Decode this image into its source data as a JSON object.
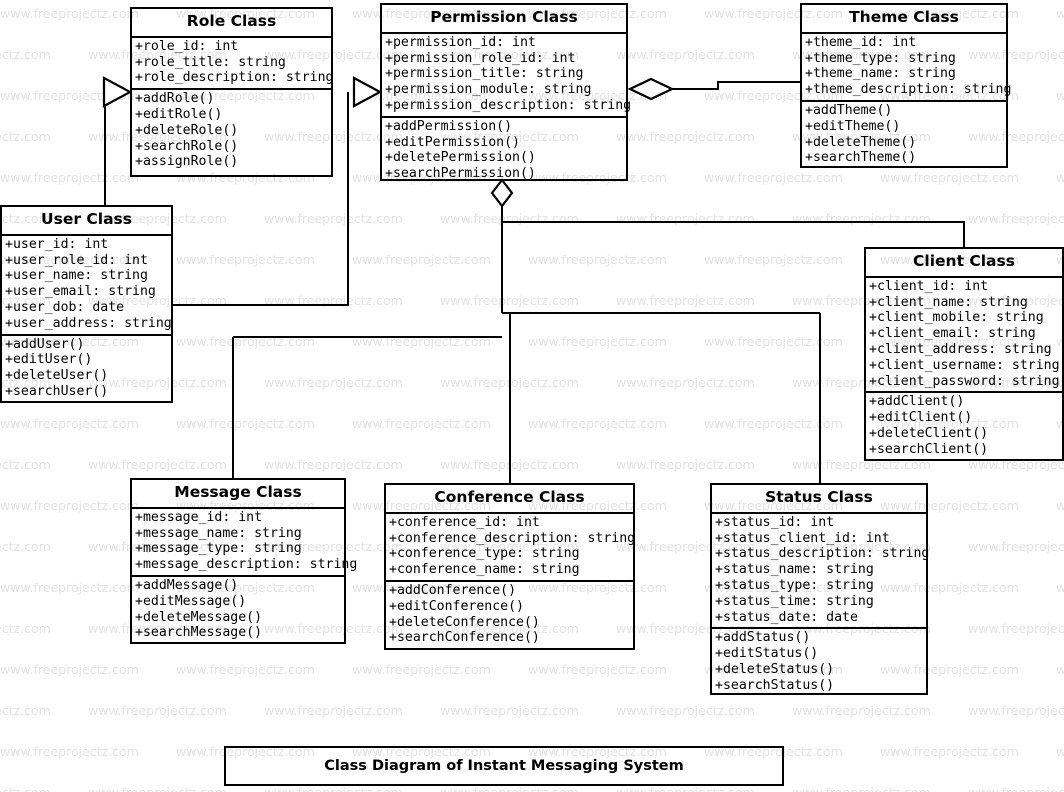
{
  "diagram": {
    "caption": "Class Diagram of Instant Messaging System",
    "watermark_text": "www.freeprojectz.com",
    "line_color": "#000000",
    "text_color": "#000000",
    "watermark_color": "#e3e3e3",
    "background_color": "#ffffff"
  },
  "classes": [
    {
      "id": "role",
      "title": "Role Class",
      "attributes": [
        "+role_id: int",
        "+role_title: string",
        "+role_description: string"
      ],
      "methods": [
        "+addRole()",
        "+editRole()",
        "+deleteRole()",
        "+searchRole()",
        "+assignRole()"
      ]
    },
    {
      "id": "permission",
      "title": "Permission Class",
      "attributes": [
        "+permission_id: int",
        "+permission_role_id: int",
        "+permission_title: string",
        "+permission_module: string",
        "+permission_description: string"
      ],
      "methods": [
        "+addPermission()",
        "+editPermission()",
        "+deletePermission()",
        "+searchPermission()"
      ]
    },
    {
      "id": "theme",
      "title": "Theme Class",
      "attributes": [
        "+theme_id: int",
        "+theme_type: string",
        "+theme_name: string",
        "+theme_description: string"
      ],
      "methods": [
        "+addTheme()",
        "+editTheme()",
        "+deleteTheme()",
        "+searchTheme()"
      ]
    },
    {
      "id": "user",
      "title": "User Class",
      "attributes": [
        "+user_id: int",
        "+user_role_id: int",
        "+user_name: string",
        "+user_email: string",
        "+user_dob: date",
        "+user_address: string"
      ],
      "methods": [
        "+addUser()",
        "+editUser()",
        "+deleteUser()",
        "+searchUser()"
      ]
    },
    {
      "id": "client",
      "title": "Client Class",
      "attributes": [
        "+client_id: int",
        "+client_name: string",
        "+client_mobile: string",
        "+client_email: string",
        "+client_address: string",
        "+client_username: string",
        "+client_password: string"
      ],
      "methods": [
        "+addClient()",
        "+editClient()",
        "+deleteClient()",
        "+searchClient()"
      ]
    },
    {
      "id": "message",
      "title": "Message Class",
      "attributes": [
        "+message_id: int",
        "+message_name: string",
        "+message_type: string",
        "+message_description: string"
      ],
      "methods": [
        "+addMessage()",
        "+editMessage()",
        "+deleteMessage()",
        "+searchMessage()"
      ]
    },
    {
      "id": "conference",
      "title": "Conference Class",
      "attributes": [
        "+conference_id: int",
        "+conference_description: string",
        "+conference_type: string",
        "+conference_name: string"
      ],
      "methods": [
        "+addConference()",
        "+editConference()",
        "+deleteConference()",
        "+searchConference()"
      ]
    },
    {
      "id": "status",
      "title": "Status Class",
      "attributes": [
        "+status_id: int",
        "+status_client_id: int",
        "+status_description: string",
        "+status_name: string",
        "+status_type: string",
        "+status_time: string",
        "+status_date: date"
      ],
      "methods": [
        "+addStatus()",
        "+editStatus()",
        "+deleteStatus()",
        "+searchStatus()"
      ]
    }
  ],
  "relationships": [
    {
      "from": "user",
      "to": "role",
      "type": "generalization"
    },
    {
      "from": "user",
      "to": "permission",
      "type": "generalization"
    },
    {
      "from": "permission",
      "to": "theme",
      "type": "aggregation"
    },
    {
      "from": "permission",
      "to": "client",
      "type": "aggregation"
    },
    {
      "from": "permission",
      "to": "message",
      "type": "association"
    },
    {
      "from": "permission",
      "to": "conference",
      "type": "association"
    },
    {
      "from": "permission",
      "to": "status",
      "type": "association"
    }
  ]
}
